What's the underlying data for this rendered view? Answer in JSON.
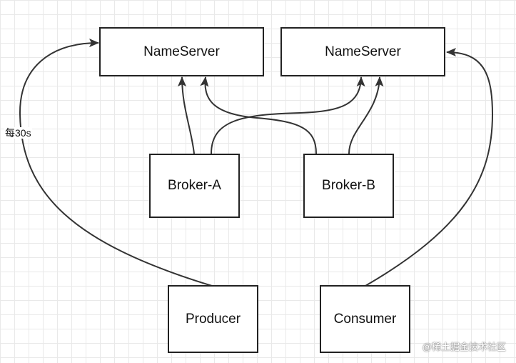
{
  "nodes": {
    "nameserver_left": "NameServer",
    "nameserver_right": "NameServer",
    "broker_a": "Broker-A",
    "broker_b": "Broker-B",
    "producer": "Producer",
    "consumer": "Consumer"
  },
  "edge_labels": {
    "producer_to_nameserver": "每30s"
  },
  "watermark": "@稀土掘金技术社区",
  "colors": {
    "node_border": "#222222",
    "edge": "#333333",
    "grid": "#e9e9e9",
    "background": "#ffffff"
  }
}
